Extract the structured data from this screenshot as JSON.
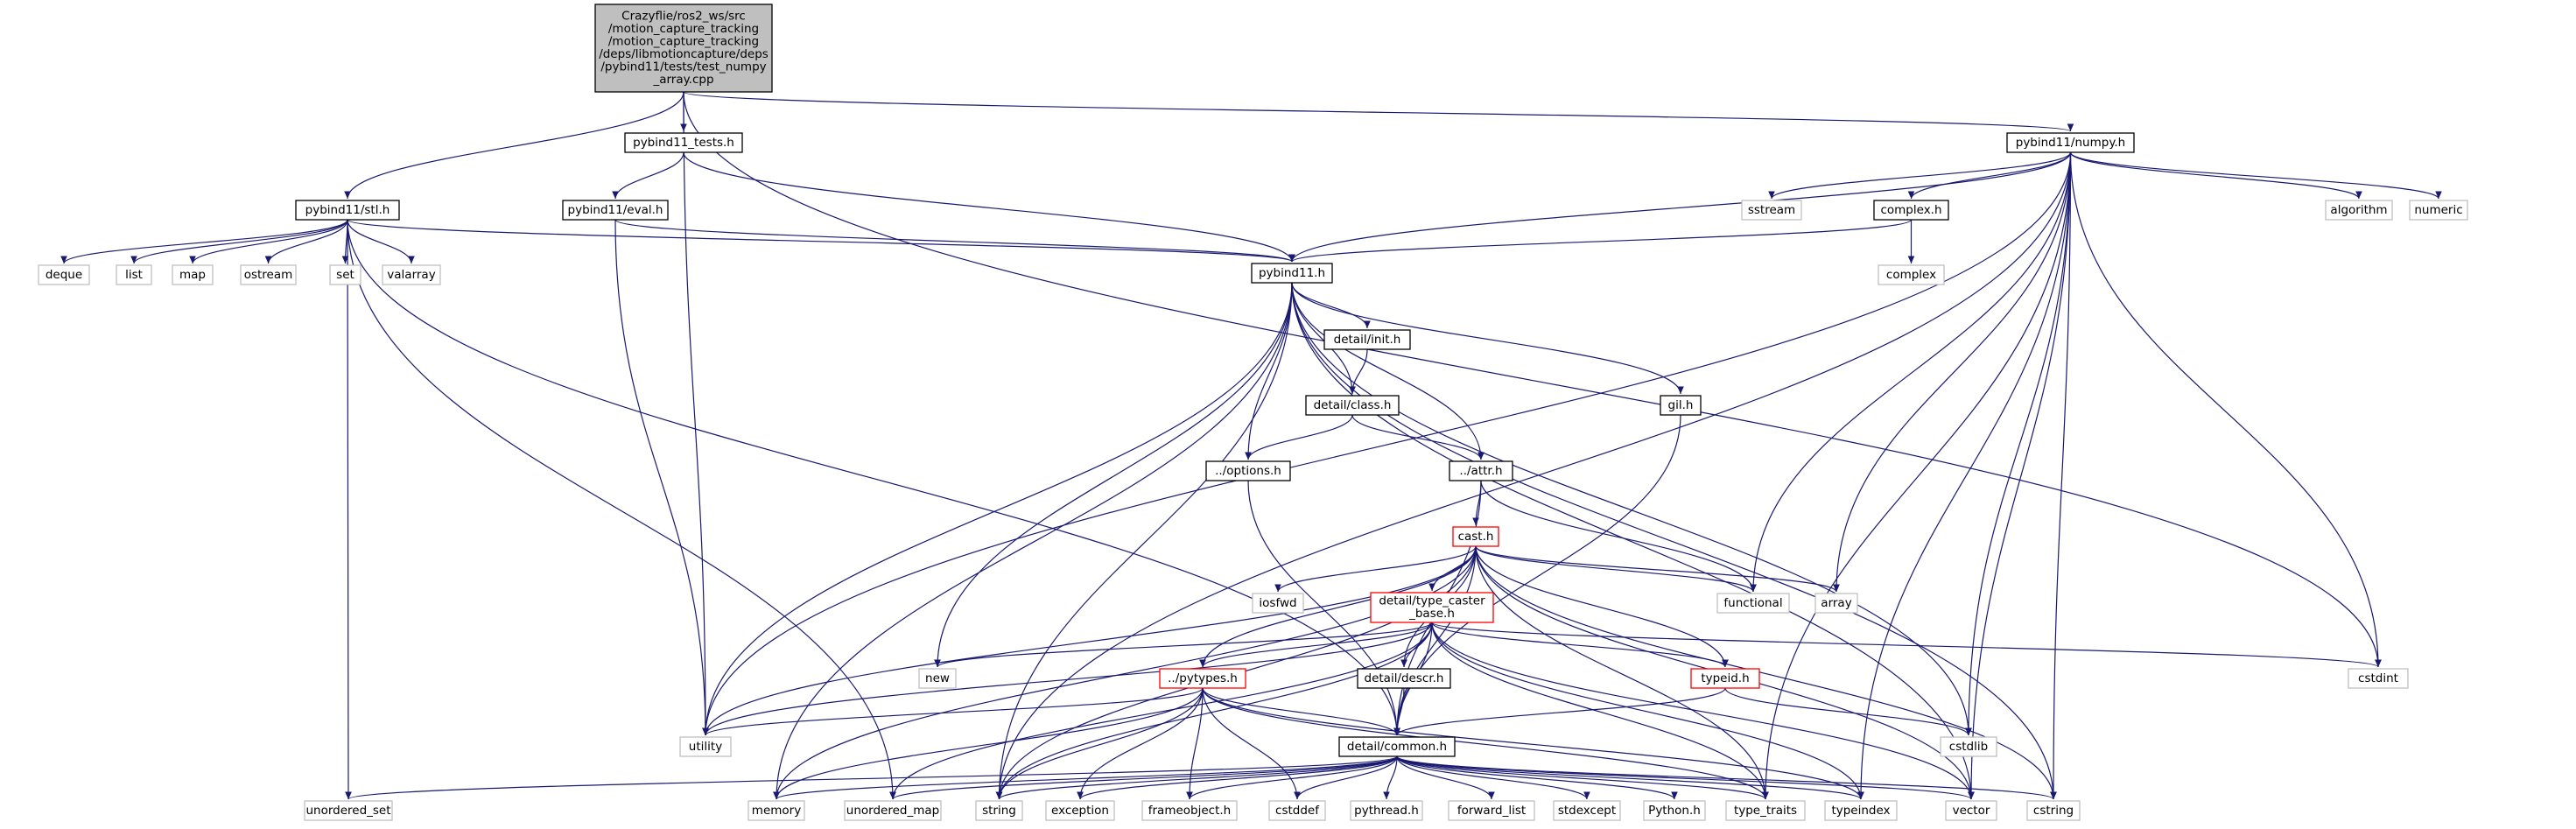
{
  "diagram": {
    "colors": {
      "edge": "#191970",
      "root_fill": "#bfbfbf",
      "normal_border": "#000000",
      "truncated_border": "#ff0000",
      "system_border": "#bfbfbf"
    },
    "nodes": [
      {
        "id": "root",
        "lines": [
          "Crazyflie/ros2_ws/src",
          "/motion_capture_tracking",
          "/motion_capture_tracking",
          "/deps/libmotioncapture/deps",
          "/pybind11/tests/test_numpy",
          "_array.cpp"
        ],
        "kind": "root"
      },
      {
        "id": "stl",
        "lines": [
          "pybind11/stl.h"
        ],
        "kind": "normal"
      },
      {
        "id": "tests",
        "lines": [
          "pybind11_tests.h"
        ],
        "kind": "normal"
      },
      {
        "id": "numpy",
        "lines": [
          "pybind11/numpy.h"
        ],
        "kind": "normal"
      },
      {
        "id": "eval",
        "lines": [
          "pybind11/eval.h"
        ],
        "kind": "normal"
      },
      {
        "id": "pybind11h",
        "lines": [
          "pybind11.h"
        ],
        "kind": "normal"
      },
      {
        "id": "complexh",
        "lines": [
          "complex.h"
        ],
        "kind": "normal"
      },
      {
        "id": "complex",
        "lines": [
          "complex"
        ],
        "kind": "system"
      },
      {
        "id": "sstream",
        "lines": [
          "sstream"
        ],
        "kind": "system"
      },
      {
        "id": "algorithm",
        "lines": [
          "algorithm"
        ],
        "kind": "system"
      },
      {
        "id": "numeric",
        "lines": [
          "numeric"
        ],
        "kind": "system"
      },
      {
        "id": "deque",
        "lines": [
          "deque"
        ],
        "kind": "system"
      },
      {
        "id": "list",
        "lines": [
          "list"
        ],
        "kind": "system"
      },
      {
        "id": "map",
        "lines": [
          "map"
        ],
        "kind": "system"
      },
      {
        "id": "ostream",
        "lines": [
          "ostream"
        ],
        "kind": "system"
      },
      {
        "id": "set",
        "lines": [
          "set"
        ],
        "kind": "system"
      },
      {
        "id": "valarray",
        "lines": [
          "valarray"
        ],
        "kind": "system"
      },
      {
        "id": "init",
        "lines": [
          "detail/init.h"
        ],
        "kind": "normal"
      },
      {
        "id": "classh",
        "lines": [
          "detail/class.h"
        ],
        "kind": "normal"
      },
      {
        "id": "gil",
        "lines": [
          "gil.h"
        ],
        "kind": "normal"
      },
      {
        "id": "options",
        "lines": [
          "../options.h"
        ],
        "kind": "normal"
      },
      {
        "id": "attr",
        "lines": [
          "../attr.h"
        ],
        "kind": "normal"
      },
      {
        "id": "cast",
        "lines": [
          "cast.h"
        ],
        "kind": "truncated"
      },
      {
        "id": "iosfwd",
        "lines": [
          "iosfwd"
        ],
        "kind": "system"
      },
      {
        "id": "functional",
        "lines": [
          "functional"
        ],
        "kind": "system"
      },
      {
        "id": "array",
        "lines": [
          "array"
        ],
        "kind": "system"
      },
      {
        "id": "tcb",
        "lines": [
          "detail/type_caster",
          "_base.h"
        ],
        "kind": "truncated"
      },
      {
        "id": "cstdint",
        "lines": [
          "cstdint"
        ],
        "kind": "system"
      },
      {
        "id": "newh",
        "lines": [
          "new"
        ],
        "kind": "system"
      },
      {
        "id": "pytypes",
        "lines": [
          "../pytypes.h"
        ],
        "kind": "truncated"
      },
      {
        "id": "descr",
        "lines": [
          "detail/descr.h"
        ],
        "kind": "normal"
      },
      {
        "id": "typeid",
        "lines": [
          "typeid.h"
        ],
        "kind": "truncated"
      },
      {
        "id": "cstdlib",
        "lines": [
          "cstdlib"
        ],
        "kind": "system"
      },
      {
        "id": "utility",
        "lines": [
          "utility"
        ],
        "kind": "system"
      },
      {
        "id": "common",
        "lines": [
          "detail/common.h"
        ],
        "kind": "normal"
      },
      {
        "id": "uset",
        "lines": [
          "unordered_set"
        ],
        "kind": "system"
      },
      {
        "id": "memory",
        "lines": [
          "memory"
        ],
        "kind": "system"
      },
      {
        "id": "umap",
        "lines": [
          "unordered_map"
        ],
        "kind": "system"
      },
      {
        "id": "string",
        "lines": [
          "string"
        ],
        "kind": "system"
      },
      {
        "id": "exception",
        "lines": [
          "exception"
        ],
        "kind": "system"
      },
      {
        "id": "frameobject",
        "lines": [
          "frameobject.h"
        ],
        "kind": "system"
      },
      {
        "id": "cstddef",
        "lines": [
          "cstddef"
        ],
        "kind": "system"
      },
      {
        "id": "pythread",
        "lines": [
          "pythread.h"
        ],
        "kind": "system"
      },
      {
        "id": "forward_list",
        "lines": [
          "forward_list"
        ],
        "kind": "system"
      },
      {
        "id": "stdexcept",
        "lines": [
          "stdexcept"
        ],
        "kind": "system"
      },
      {
        "id": "pythonh",
        "lines": [
          "Python.h"
        ],
        "kind": "system"
      },
      {
        "id": "type_traits",
        "lines": [
          "type_traits"
        ],
        "kind": "system"
      },
      {
        "id": "typeindex",
        "lines": [
          "typeindex"
        ],
        "kind": "system"
      },
      {
        "id": "vector",
        "lines": [
          "vector"
        ],
        "kind": "system"
      },
      {
        "id": "cstring",
        "lines": [
          "cstring"
        ],
        "kind": "system"
      }
    ],
    "edges": [
      [
        "root",
        "stl"
      ],
      [
        "root",
        "tests"
      ],
      [
        "root",
        "numpy"
      ],
      [
        "root",
        "utility"
      ],
      [
        "root",
        "cstdint"
      ],
      [
        "tests",
        "eval"
      ],
      [
        "tests",
        "pybind11h"
      ],
      [
        "stl",
        "pybind11h"
      ],
      [
        "stl",
        "deque"
      ],
      [
        "stl",
        "list"
      ],
      [
        "stl",
        "map"
      ],
      [
        "stl",
        "ostream"
      ],
      [
        "stl",
        "set"
      ],
      [
        "stl",
        "valarray"
      ],
      [
        "stl",
        "uset"
      ],
      [
        "stl",
        "umap"
      ],
      [
        "stl",
        "common"
      ],
      [
        "eval",
        "pybind11h"
      ],
      [
        "eval",
        "utility"
      ],
      [
        "numpy",
        "pybind11h"
      ],
      [
        "numpy",
        "complexh"
      ],
      [
        "numpy",
        "sstream"
      ],
      [
        "numpy",
        "algorithm"
      ],
      [
        "numpy",
        "numeric"
      ],
      [
        "numpy",
        "cstdint"
      ],
      [
        "numpy",
        "functional"
      ],
      [
        "numpy",
        "array"
      ],
      [
        "numpy",
        "cstdlib"
      ],
      [
        "numpy",
        "utility"
      ],
      [
        "numpy",
        "string"
      ],
      [
        "numpy",
        "vector"
      ],
      [
        "numpy",
        "cstring"
      ],
      [
        "numpy",
        "type_traits"
      ],
      [
        "numpy",
        "typeindex"
      ],
      [
        "complexh",
        "pybind11h"
      ],
      [
        "complexh",
        "complex"
      ],
      [
        "pybind11h",
        "init"
      ],
      [
        "pybind11h",
        "classh"
      ],
      [
        "pybind11h",
        "gil"
      ],
      [
        "pybind11h",
        "options"
      ],
      [
        "pybind11h",
        "attr"
      ],
      [
        "pybind11h",
        "newh"
      ],
      [
        "pybind11h",
        "utility"
      ],
      [
        "pybind11h",
        "memory"
      ],
      [
        "pybind11h",
        "string"
      ],
      [
        "pybind11h",
        "vector"
      ],
      [
        "pybind11h",
        "cstring"
      ],
      [
        "pybind11h",
        "cstdlib"
      ],
      [
        "init",
        "classh"
      ],
      [
        "classh",
        "attr"
      ],
      [
        "classh",
        "options"
      ],
      [
        "gil",
        "common"
      ],
      [
        "options",
        "common"
      ],
      [
        "attr",
        "cast"
      ],
      [
        "attr",
        "functional"
      ],
      [
        "attr",
        "common"
      ],
      [
        "cast",
        "iosfwd"
      ],
      [
        "cast",
        "functional"
      ],
      [
        "cast",
        "array"
      ],
      [
        "cast",
        "tcb"
      ],
      [
        "cast",
        "pytypes"
      ],
      [
        "cast",
        "descr"
      ],
      [
        "cast",
        "typeid"
      ],
      [
        "cast",
        "common"
      ],
      [
        "cast",
        "utility"
      ],
      [
        "cast",
        "memory"
      ],
      [
        "cast",
        "string"
      ],
      [
        "cast",
        "vector"
      ],
      [
        "cast",
        "type_traits"
      ],
      [
        "cast",
        "cstring"
      ],
      [
        "tcb",
        "cstdint"
      ],
      [
        "tcb",
        "newh"
      ],
      [
        "tcb",
        "pytypes"
      ],
      [
        "tcb",
        "descr"
      ],
      [
        "tcb",
        "typeid"
      ],
      [
        "tcb",
        "common"
      ],
      [
        "tcb",
        "utility"
      ],
      [
        "tcb",
        "string"
      ],
      [
        "tcb",
        "umap"
      ],
      [
        "tcb",
        "type_traits"
      ],
      [
        "tcb",
        "typeindex"
      ],
      [
        "tcb",
        "vector"
      ],
      [
        "pytypes",
        "common"
      ],
      [
        "pytypes",
        "utility"
      ],
      [
        "pytypes",
        "memory"
      ],
      [
        "pytypes",
        "string"
      ],
      [
        "pytypes",
        "exception"
      ],
      [
        "pytypes",
        "frameobject"
      ],
      [
        "pytypes",
        "cstddef"
      ],
      [
        "pytypes",
        "type_traits"
      ],
      [
        "pytypes",
        "typeindex"
      ],
      [
        "descr",
        "common"
      ],
      [
        "typeid",
        "common"
      ],
      [
        "typeid",
        "cstdlib"
      ],
      [
        "common",
        "uset"
      ],
      [
        "common",
        "memory"
      ],
      [
        "common",
        "umap"
      ],
      [
        "common",
        "string"
      ],
      [
        "common",
        "exception"
      ],
      [
        "common",
        "frameobject"
      ],
      [
        "common",
        "cstddef"
      ],
      [
        "common",
        "pythread"
      ],
      [
        "common",
        "forward_list"
      ],
      [
        "common",
        "stdexcept"
      ],
      [
        "common",
        "pythonh"
      ],
      [
        "common",
        "type_traits"
      ],
      [
        "common",
        "typeindex"
      ],
      [
        "common",
        "vector"
      ],
      [
        "common",
        "cstring"
      ]
    ]
  }
}
